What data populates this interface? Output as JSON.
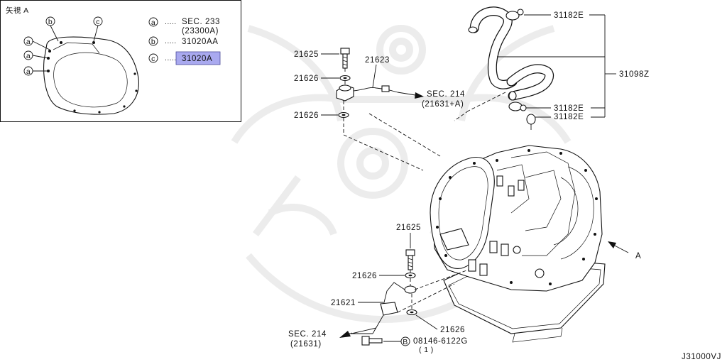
{
  "inset": {
    "title": "矢視 A",
    "legend": [
      {
        "key": "a",
        "dots": ".....",
        "text": "SEC. 233",
        "sub": "(23300A)"
      },
      {
        "key": "b",
        "dots": ".....",
        "text": "31020AA"
      },
      {
        "key": "c",
        "dots": ".....",
        "text": "31020A",
        "highlight": true
      }
    ],
    "callouts": [
      "b",
      "c",
      "a",
      "a",
      "a"
    ]
  },
  "labels": {
    "bolt_top": "21625",
    "washer_top1": "21626",
    "washer_top2": "21626",
    "tube_top": "21623",
    "sec214_top": "SEC. 214",
    "sec214_top_sub": "(21631+A)",
    "clamp_1": "31182E",
    "clamp_2": "31182E",
    "clamp_3": "31182E",
    "hose": "31098Z",
    "bolt_low": "21625",
    "washer_low1": "21626",
    "tube_low": "21621",
    "washer_low2": "21626",
    "sec214_low": "SEC. 214",
    "sec214_low_sub": "(21631)",
    "bolt_code_key": "B",
    "bolt_code": "08146-6122G",
    "bolt_qty": "( 1 )",
    "view_arrow": "A",
    "diagram_id": "J31000VJ"
  },
  "colors": {
    "highlight": "#a9a9ef",
    "line": "#111111",
    "watermark": "#ececec"
  }
}
